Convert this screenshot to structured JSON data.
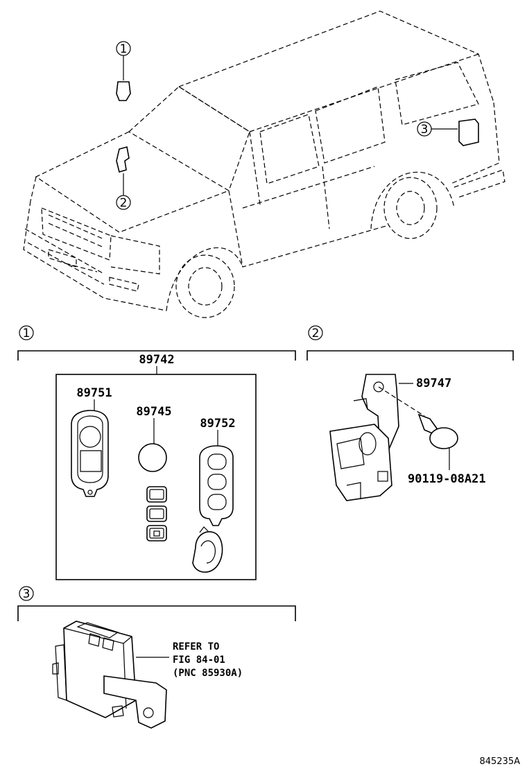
{
  "callouts": {
    "c1": "1",
    "c2": "2",
    "c3": "3"
  },
  "section1": {
    "marker": "1",
    "assembly": "89742",
    "parts": [
      "89751",
      "89745",
      "89752"
    ]
  },
  "section2": {
    "marker": "2",
    "parts": [
      "89747",
      "90119-08A21"
    ]
  },
  "section3": {
    "marker": "3",
    "note_lines": [
      "REFER TO",
      "FIG 84-01",
      "(PNC 85930A)"
    ]
  },
  "figure_code": "845235A"
}
